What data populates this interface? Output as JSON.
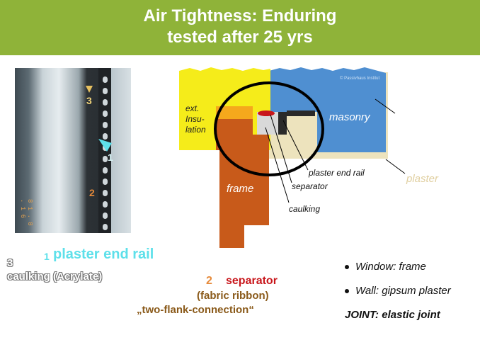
{
  "header": {
    "line1": "Air Tightness: Enduring",
    "line2": "tested after 25 yrs"
  },
  "photo": {
    "tag_top": "3",
    "tag_mid": "1",
    "tag_bottom": "2",
    "date_stamp": "8 1 . 8 . 1 6"
  },
  "legend": {
    "num1": "1",
    "plaster_end_rail": "plaster end rail",
    "num3": "3",
    "caulking": "caulking (Acrylate)",
    "num2": "2",
    "separator": "separator",
    "fabric_ribbon": "(fabric ribbon)",
    "two_flank": "„two-flank-connection“"
  },
  "diagram": {
    "ext_insulation": [
      "ext.",
      "Insu-",
      "lation"
    ],
    "masonry": "masonry",
    "frame": "frame",
    "plaster": "plaster",
    "callout_plaster_end_rail": "plaster end rail",
    "callout_separator": "separator",
    "callout_caulking": "caulking",
    "watermark": "© Passivhaus Institut"
  },
  "bullets": {
    "items": [
      "Window: frame",
      "Wall: gipsum plaster"
    ],
    "joint": "JOINT: elastic joint"
  },
  "colors": {
    "header_bg": "#8fb339",
    "insulation": "#f5ec1a",
    "masonry": "#4f8fd1",
    "plaster": "#ede3bd",
    "frame": "#c85a1a",
    "separator_red": "#c8161b",
    "legend_blue": "#5ee0ea",
    "legend_orange": "#e68a3a",
    "legend_brown": "#8a5a1a",
    "plaster_label": "#e0cfa0"
  }
}
